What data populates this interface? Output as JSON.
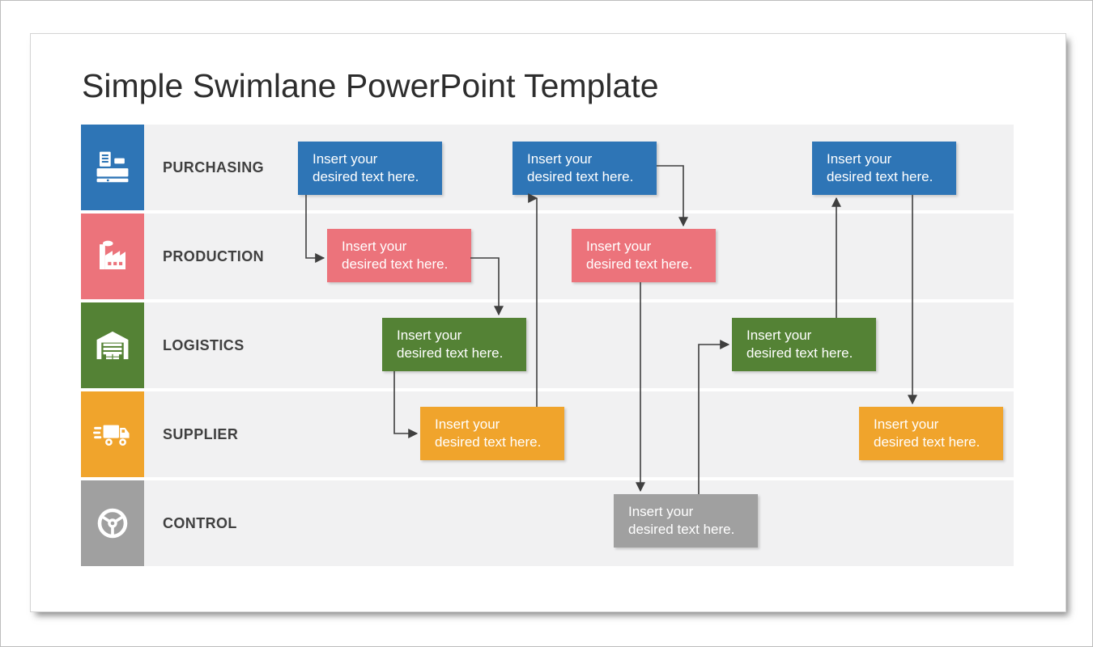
{
  "title": "Simple Swimlane PowerPoint Template",
  "lanes": [
    {
      "label": "PURCHASING",
      "icon": "cash-register-icon",
      "color": "#2E75B6"
    },
    {
      "label": "PRODUCTION",
      "icon": "factory-icon",
      "color": "#EC737B"
    },
    {
      "label": "LOGISTICS",
      "icon": "warehouse-icon",
      "color": "#548235"
    },
    {
      "label": "SUPPLIER",
      "icon": "delivery-truck-icon",
      "color": "#F0A42C"
    },
    {
      "label": "CONTROL",
      "icon": "steering-wheel-icon",
      "color": "#A0A0A0"
    }
  ],
  "boxes": [
    {
      "id": "purchasing-1",
      "lane": "PURCHASING",
      "color": "#2E75B6",
      "line1": "Insert your",
      "line2": "desired text here."
    },
    {
      "id": "production-1",
      "lane": "PRODUCTION",
      "color": "#EC737B",
      "line1": "Insert your",
      "line2": "desired text here."
    },
    {
      "id": "logistics-1",
      "lane": "LOGISTICS",
      "color": "#548235",
      "line1": "Insert your",
      "line2": "desired text here."
    },
    {
      "id": "supplier-1",
      "lane": "SUPPLIER",
      "color": "#F0A42C",
      "line1": "Insert your",
      "line2": "desired text here."
    },
    {
      "id": "purchasing-2",
      "lane": "PURCHASING",
      "color": "#2E75B6",
      "line1": "Insert your",
      "line2": "desired text here."
    },
    {
      "id": "production-2",
      "lane": "PRODUCTION",
      "color": "#EC737B",
      "line1": "Insert your",
      "line2": "desired text here."
    },
    {
      "id": "control-1",
      "lane": "CONTROL",
      "color": "#A0A0A0",
      "line1": "Insert your",
      "line2": "desired text here."
    },
    {
      "id": "logistics-2",
      "lane": "LOGISTICS",
      "color": "#548235",
      "line1": "Insert your",
      "line2": "desired text here."
    },
    {
      "id": "purchasing-3",
      "lane": "PURCHASING",
      "color": "#2E75B6",
      "line1": "Insert your",
      "line2": "desired text here."
    },
    {
      "id": "supplier-2",
      "lane": "SUPPLIER",
      "color": "#F0A42C",
      "line1": "Insert your",
      "line2": "desired text here."
    }
  ],
  "connections": [
    {
      "from": "purchasing-1",
      "to": "production-1"
    },
    {
      "from": "production-1",
      "to": "logistics-1"
    },
    {
      "from": "logistics-1",
      "to": "supplier-1"
    },
    {
      "from": "supplier-1",
      "to": "purchasing-2"
    },
    {
      "from": "purchasing-2",
      "to": "production-2"
    },
    {
      "from": "production-2",
      "to": "control-1"
    },
    {
      "from": "control-1",
      "to": "logistics-2"
    },
    {
      "from": "logistics-2",
      "to": "purchasing-3"
    },
    {
      "from": "purchasing-3",
      "to": "supplier-2"
    }
  ],
  "colors": {
    "blue": "#2E75B6",
    "red": "#EC737B",
    "green": "#548235",
    "orange": "#F0A42C",
    "gray": "#A0A0A0",
    "lane_background": "#F1F1F2",
    "arrow": "#3F3F3F",
    "title_text": "#2D2D2D",
    "label_text": "#404040"
  }
}
